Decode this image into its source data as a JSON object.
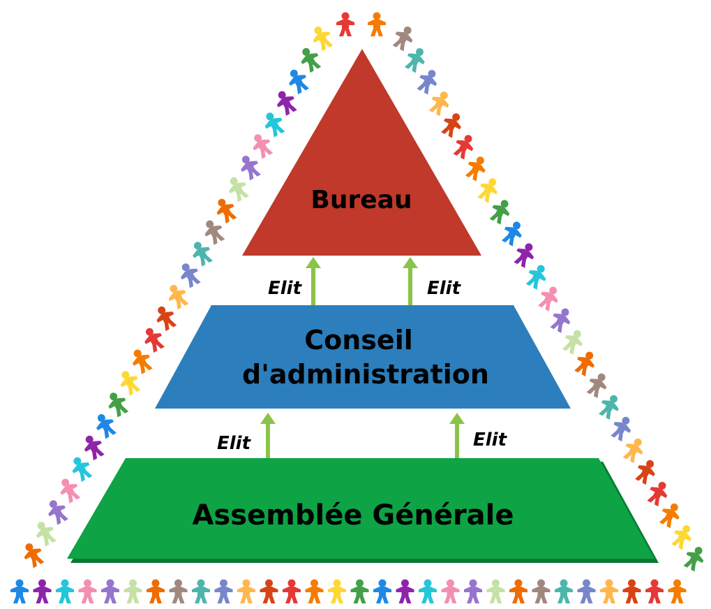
{
  "tiers": {
    "top": {
      "label": "Bureau",
      "color": "#C0392B"
    },
    "middle": {
      "line1": "Conseil",
      "line2": "d'administration",
      "color": "#2C7FBC"
    },
    "bottom": {
      "label": "Assemblée Générale",
      "color": "#0EA345"
    }
  },
  "arrows": {
    "label": "Elit",
    "color": "#8BC34A",
    "top_left": "Elit",
    "top_right": "Elit",
    "bottom_left": "Elit",
    "bottom_right": "Elit"
  },
  "figures": {
    "icon": "paper-doll-person-icon",
    "palette": [
      "#E53935",
      "#F57C00",
      "#FDD835",
      "#43A047",
      "#1E88E5",
      "#8E24AA",
      "#26C6DA",
      "#F48FB1",
      "#9575CD",
      "#C5E1A5",
      "#EF6C00",
      "#A1887F",
      "#4DB6AC",
      "#7986CB",
      "#FFB74D",
      "#D84315"
    ]
  }
}
